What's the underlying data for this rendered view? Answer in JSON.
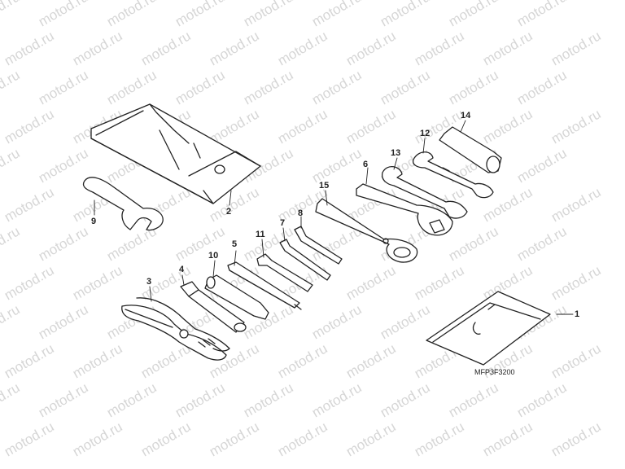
{
  "watermark_text": "motod.ru",
  "diagram_code": "MFP3F3200",
  "callouts": {
    "c1": "1",
    "c2": "2",
    "c3": "3",
    "c4": "4",
    "c5": "5",
    "c6": "6",
    "c7": "7",
    "c8": "8",
    "c9": "9",
    "c10": "10",
    "c11": "11",
    "c12": "12",
    "c13": "13",
    "c14": "14",
    "c15": "15"
  },
  "colors": {
    "ink": "#222222",
    "watermark": "#d6d6d6",
    "background": "#ffffff"
  }
}
